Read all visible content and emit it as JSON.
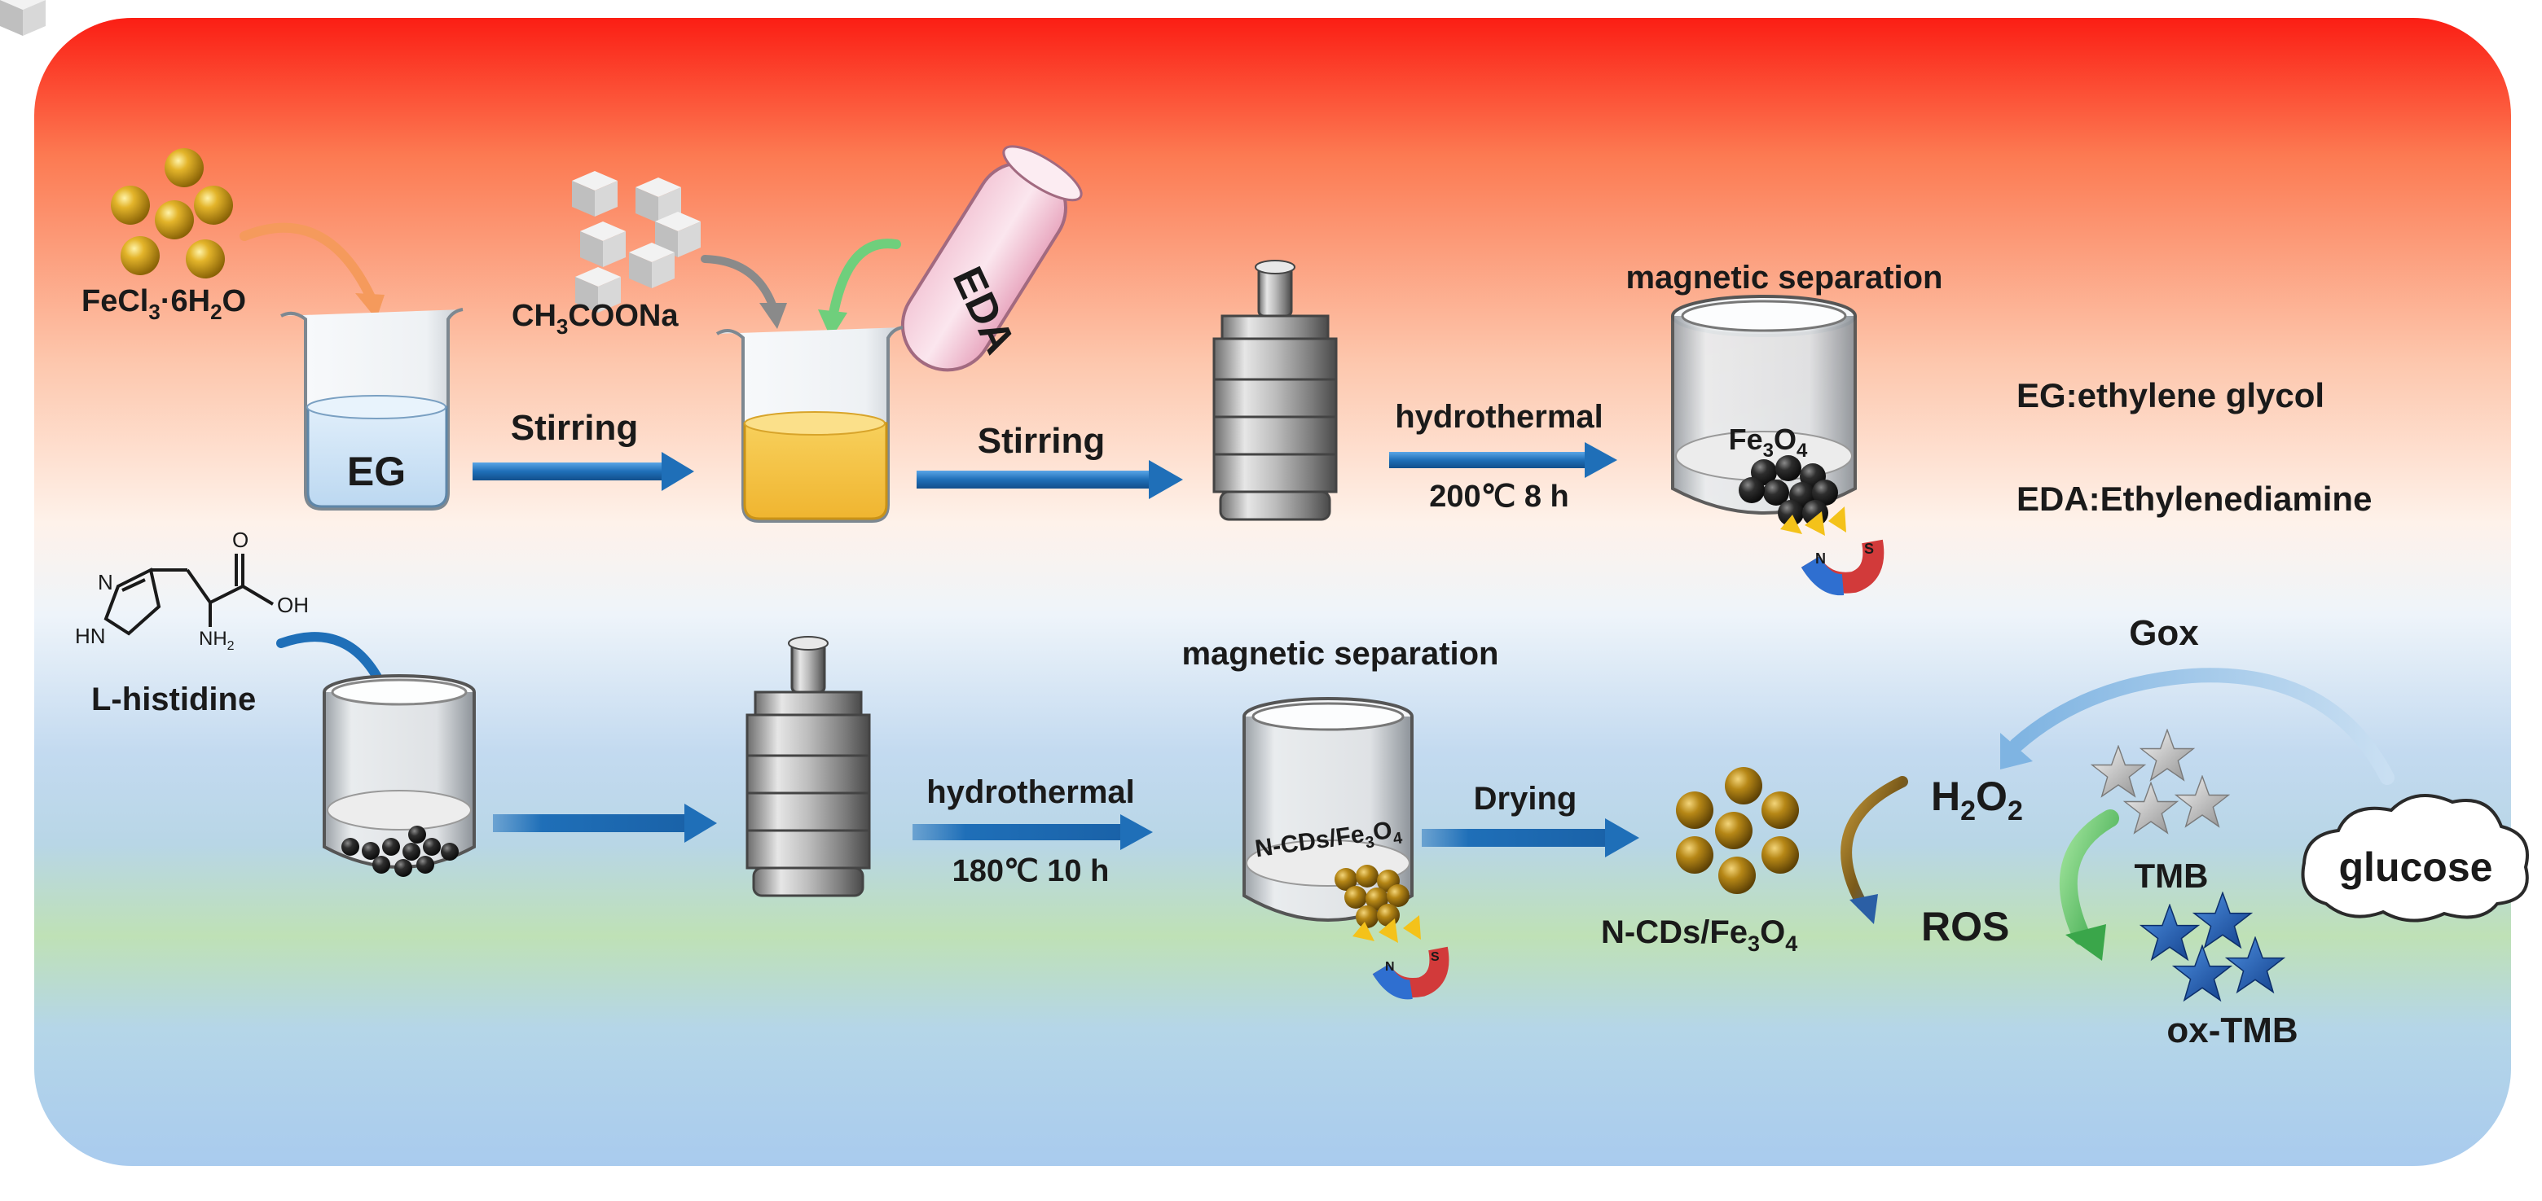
{
  "labels": {
    "fecl3": {
      "a": "FeCl",
      "b": "3",
      "c": "·6H",
      "d": "2",
      "e": "O"
    },
    "ch3coona": {
      "a": "CH",
      "b": "3",
      "c": "COONa"
    },
    "eda_tube": "EDA",
    "eg_beaker": "EG",
    "stirring_1": "Stirring",
    "stirring_2": "Stirring",
    "hydrothermal_1": "hydrothermal",
    "cond_1": "200℃ 8 h",
    "magsep_1": "magnetic separation",
    "fe3o4": {
      "a": "Fe",
      "b": "3",
      "c": "O",
      "d": "4"
    },
    "legend_eg": "EG:ethylene glycol",
    "legend_eda": "EDA:Ethylenediamine",
    "histidine": "L-histidine",
    "mol_nh2": {
      "a": "NH",
      "b": "2"
    },
    "mol_oh": "OH",
    "mol_o": "O",
    "mol_n": "N",
    "mol_hn": "HN",
    "hydrothermal_2": "hydrothermal",
    "cond_2": "180℃ 10 h",
    "magsep_2": "magnetic separation",
    "ncds_jar": {
      "a": "N-CDs/Fe",
      "b": "3",
      "c": "O",
      "d": "4"
    },
    "drying": "Drying",
    "ncds_product": {
      "a": "N-CDs/Fe",
      "b": "3",
      "c": "O",
      "d": "4"
    },
    "h2o2": {
      "a": "H",
      "b": "2",
      "c": "O",
      "d": "2"
    },
    "ros": "ROS",
    "gox": "Gox",
    "tmb": "TMB",
    "ox_tmb": "ox-TMB",
    "glucose": "glucose",
    "magnet_n": "N",
    "magnet_s": "S"
  },
  "colors": {
    "top_gradient": "#fb1e14",
    "mid_gradient": "#fdeade",
    "blue_gradient": "#b9d4ee",
    "green_band": "#bfe0b2",
    "arrow_blue": "#1f6fb8",
    "eg_liquid": "#cfe4f6",
    "yellow_liquid": "#f6c54a",
    "gold_particle": "#c89a10",
    "dark_particle": "#2a2a2a",
    "blue_star": "#1e5cb3",
    "silver_star": "#c8c8c8"
  },
  "icons": [
    "beaker-icon",
    "test-tube-icon",
    "autoclave-icon",
    "magnet-icon",
    "histidine-molecule-icon",
    "cloud-icon",
    "star-icon"
  ]
}
